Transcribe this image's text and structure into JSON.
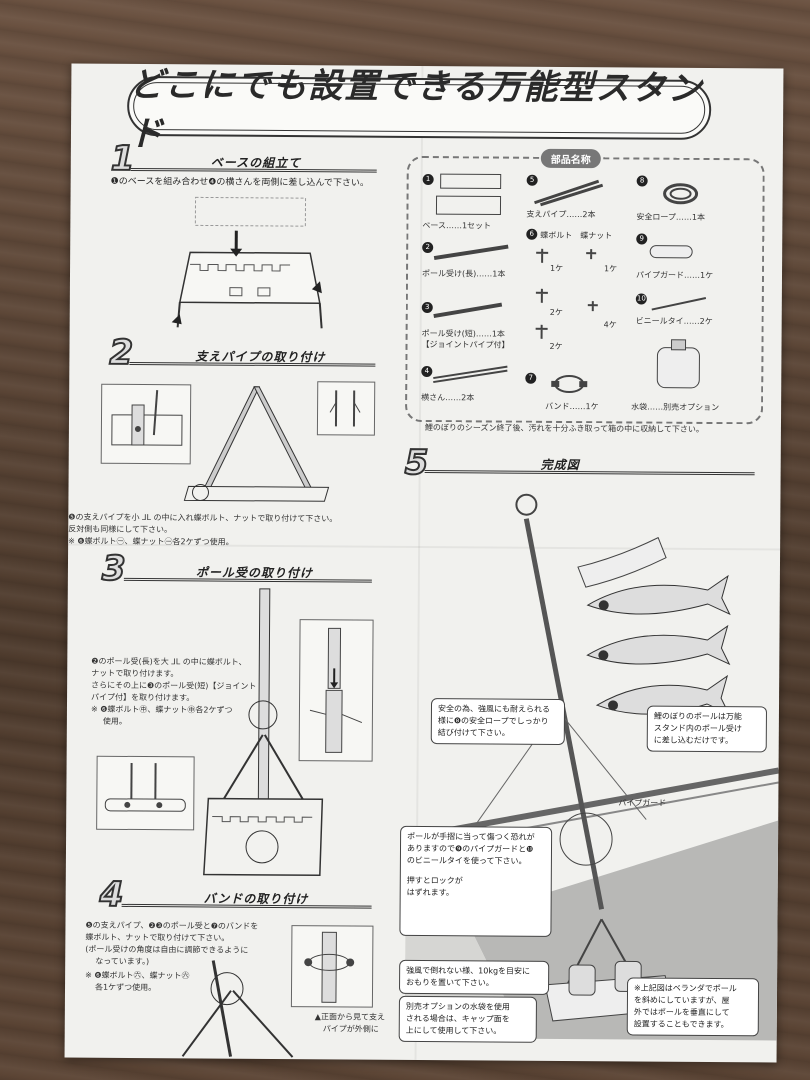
{
  "title": "どこにでも設置できる万能型スタンド",
  "step1": {
    "num": "1",
    "title": "ベースの組立て",
    "text": "❶のベースを組み合わせ❹の横さんを両側に差し込んで下さい。"
  },
  "step2": {
    "num": "2",
    "title": "支えパイプの取り付け",
    "text1": "❺の支えパイプを小 ⅃L の中に入れ蝶ボルト、ナットで取り付けて下さい。",
    "text2": "反対側も同様にして下さい。",
    "text3": "※ ❻蝶ボルト㊀、蝶ナット㊀各2ケずつ使用。"
  },
  "step3": {
    "num": "3",
    "title": "ポール受の取り付け",
    "text1": "❷のポール受(長)を大 ⅃L の中に蝶ボルト、",
    "text2": "ナットで取り付けます。",
    "text3": "さらにその上に❸のポール受(短)【ジョイント",
    "text4": "パイプ付】を取り付けます。",
    "text5": "※ ❻蝶ボルト㊥、蝶ナット㊥各2ケずつ",
    "text6": "使用。"
  },
  "step4": {
    "num": "4",
    "title": "バンドの取り付け",
    "text1": "❺の支えパイプ、❷❸のポール受と❼のバンドを",
    "text2": "蝶ボルト、ナットで取り付けて下さい。",
    "text3": "(ポール受けの角度は自由に調節できるように",
    "text4": "なっています。)",
    "text5": "※ ❻蝶ボルト㊅、蝶ナット㊅",
    "text6": "各1ケずつ使用。",
    "note1": "▲正面から見て支え",
    "note2": "パイプが外側に"
  },
  "parts": {
    "label": "部品名称",
    "items": [
      {
        "num": "1",
        "name": "ベース……1セット"
      },
      {
        "num": "2",
        "name": "ポール受け(長)……1本"
      },
      {
        "num": "3",
        "name": "ポール受け(短)……1本"
      },
      {
        "num": "3b",
        "name": "【ジョイントパイプ付】"
      },
      {
        "num": "4",
        "name": "横さん……2本"
      },
      {
        "num": "5",
        "name": "支えパイプ……2本"
      },
      {
        "num": "6",
        "name": "蝶ボルト"
      },
      {
        "num": "6b",
        "name": "蝶ナット"
      },
      {
        "num": "7",
        "name": "バンド……1ケ"
      },
      {
        "num": "8",
        "name": "安全ロープ……1本"
      },
      {
        "num": "9",
        "name": "パイプガード……1ケ"
      },
      {
        "num": "10",
        "name": "ビニールタイ……2ケ"
      },
      {
        "num": "opt",
        "name": "水袋……別売オプション"
      }
    ],
    "counts": {
      "a": "1ケ",
      "b": "1ケ",
      "c": "2ケ",
      "d": "4ケ",
      "e": "2ケ"
    },
    "note": "鯉のぼりのシーズン終了後、汚れを十分ふき取って箱の中に収納して下さい。"
  },
  "step5": {
    "num": "5",
    "title": "完成図",
    "callout1a": "安全の為、強風にも耐えられる",
    "callout1b": "様に❽の安全ロープでしっかり",
    "callout1c": "結び付けて下さい。",
    "callout2a": "鯉のぼりのポールは万能",
    "callout2b": "スタンド内のポール受け",
    "callout2c": "に差し込むだけです。",
    "pipe_guard": "パイプガード",
    "callout3a": "ポールが手摺に当って傷つく恐れが",
    "callout3b": "ありますので❾のパイプガードと❿",
    "callout3c": "のビニールタイを使って下さい。",
    "lock1": "押すとロックが",
    "lock2": "はずれます。",
    "callout4a": "強風で倒れない様、10kgを目安に",
    "callout4b": "おもりを置いて下さい。",
    "callout5a": "別売オプションの水袋を使用",
    "callout5b": "される場合は、キャップ面を",
    "callout5c": "上にして使用して下さい。",
    "callout6a": "※上記図はベランダでポール",
    "callout6b": "を斜めにしていますが、屋",
    "callout6c": "外ではポールを垂直にして",
    "callout6d": "設置することもできます。"
  }
}
